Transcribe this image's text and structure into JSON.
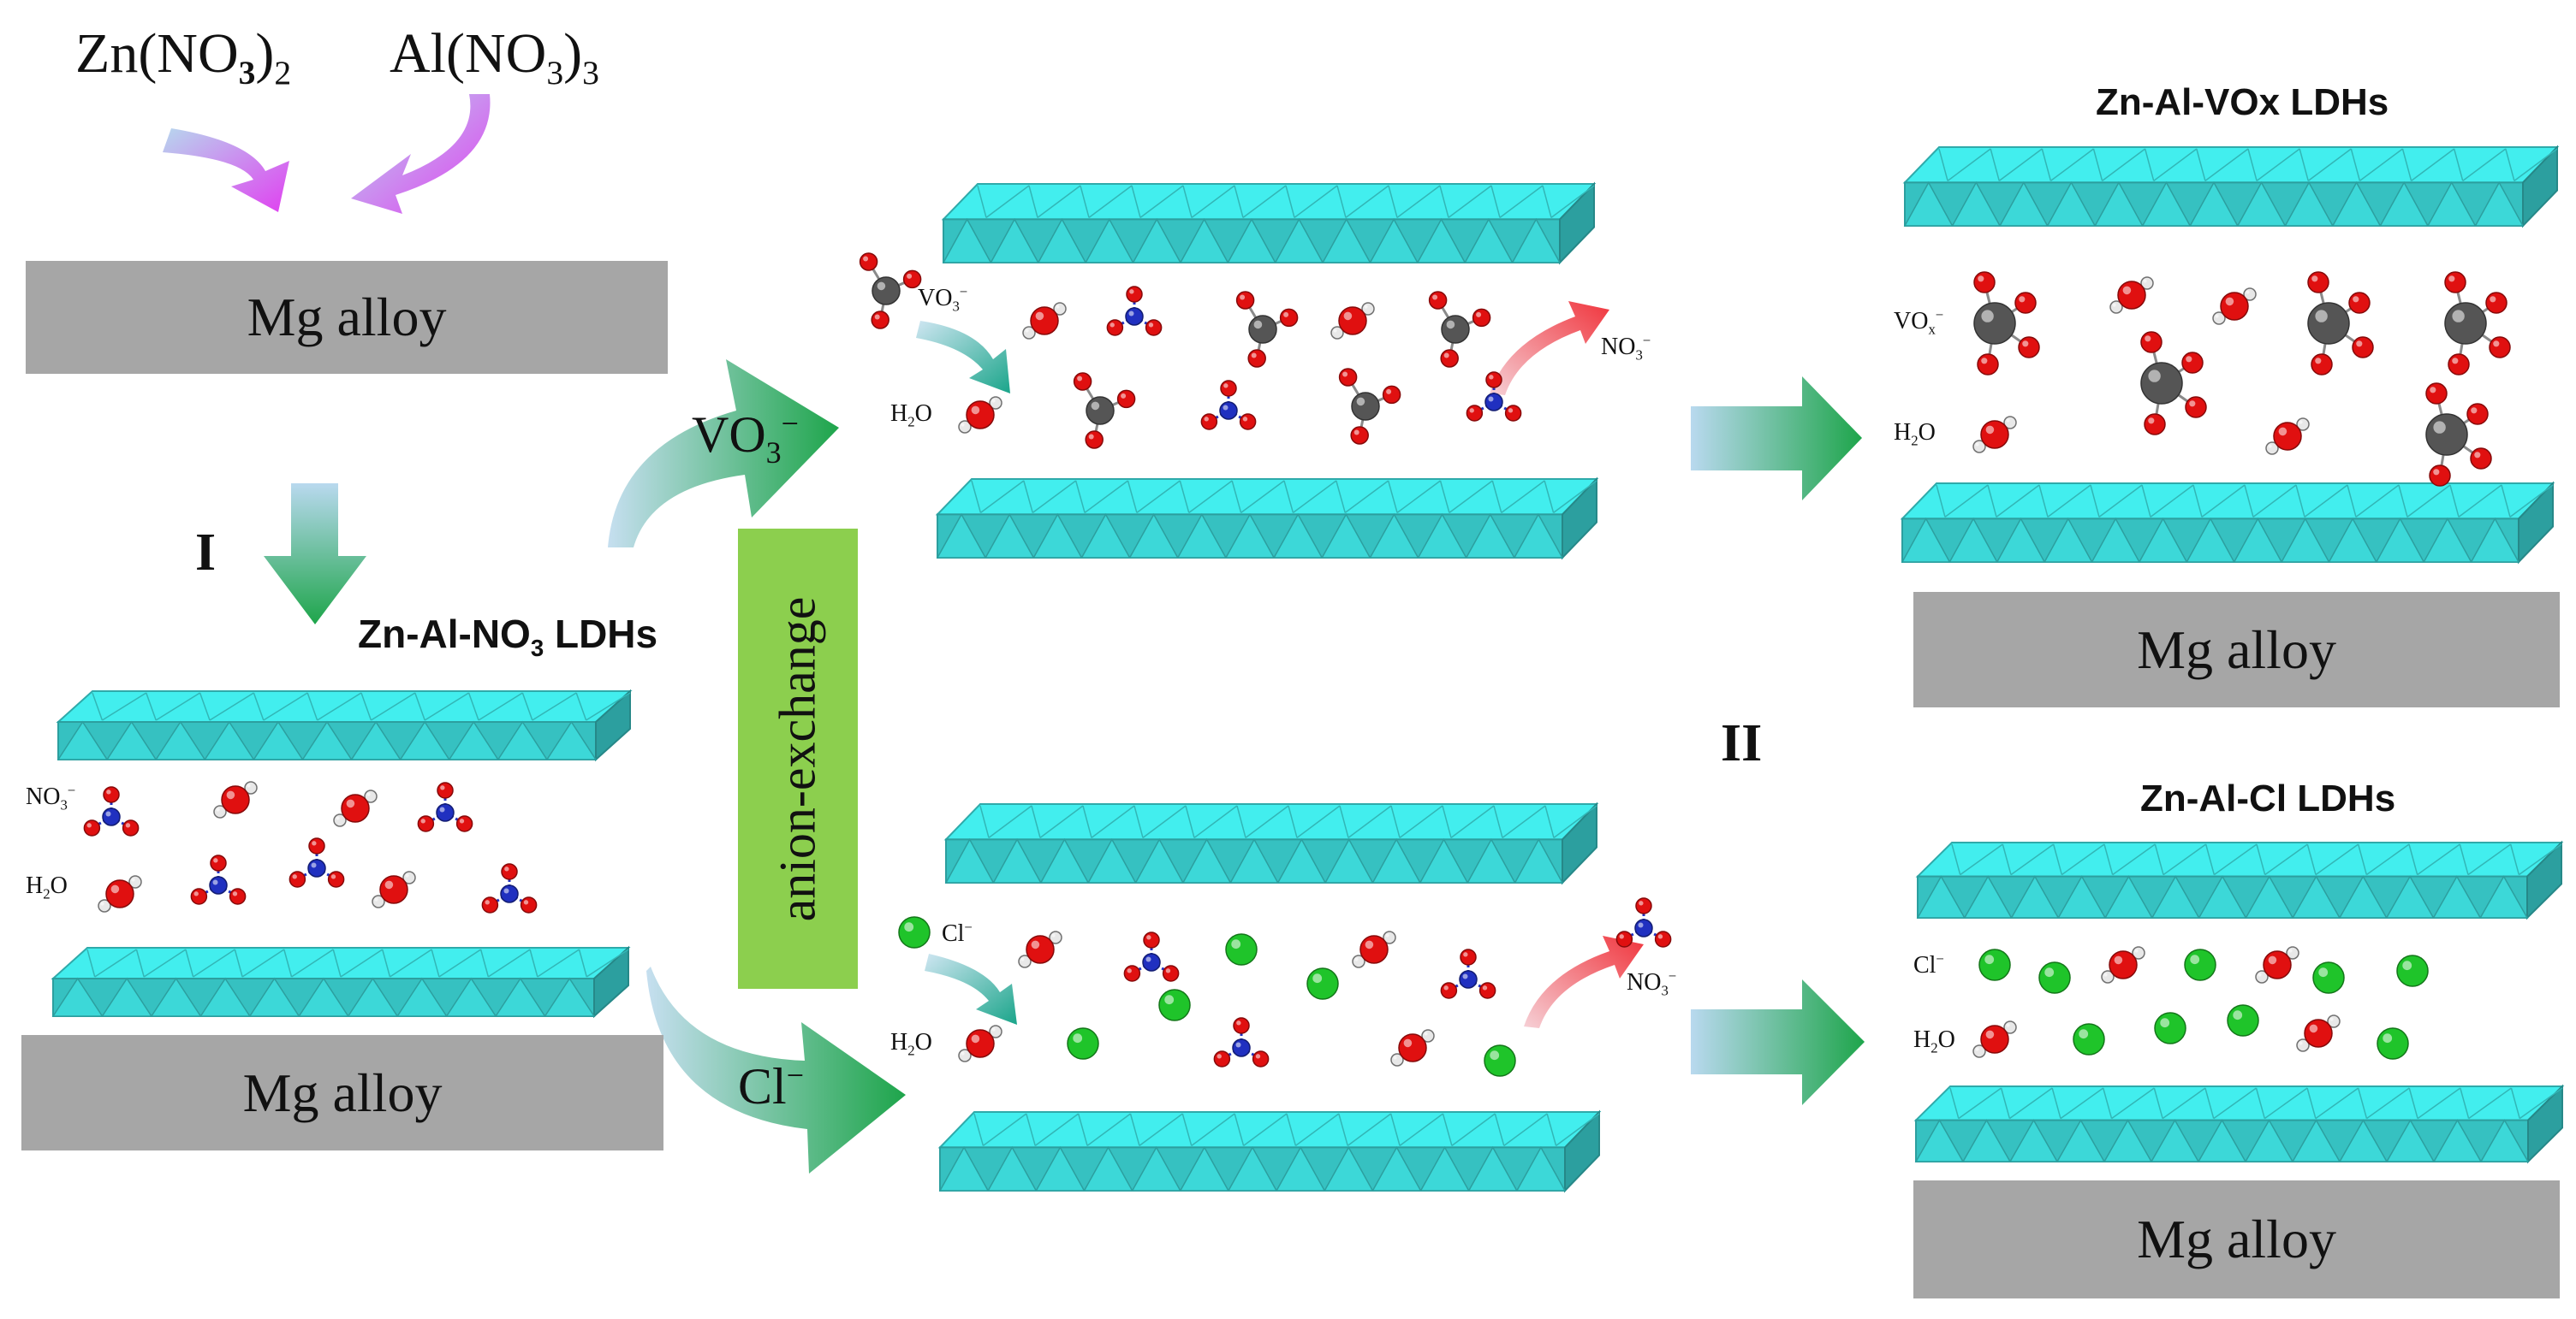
{
  "reagents": {
    "zn_pre": "Zn(NO",
    "zn_sub1": "3",
    "zn_close": ")",
    "zn_sub2": "2",
    "al_pre": "Al(NO",
    "al_sub1": "3",
    "al_close": ")",
    "al_sub2": "3"
  },
  "alloy_label": "Mg alloy",
  "step_one": "I",
  "step_two": "II",
  "lab_nitrate": {
    "pre": "Zn-Al-NO",
    "sub": "3",
    "post": " LDHs"
  },
  "lab_vox": "Zn-Al-VOx LDHs",
  "lab_cl": "Zn-Al-Cl LDHs",
  "anion_exchange": "anion-exchange",
  "arrow_vo3": {
    "base": "VO",
    "sub": "3",
    "sup": "−"
  },
  "arrow_cl": {
    "base": "Cl",
    "sup": "−"
  },
  "ions": {
    "no3": {
      "base": "NO",
      "sub": "3",
      "sup": "−"
    },
    "h2o": {
      "pre": "H",
      "sub": "2",
      "post": "O"
    },
    "vo3": {
      "base": "VO",
      "sub": "3",
      "sup": "−"
    },
    "vox": {
      "base": "VO",
      "sub": "x",
      "sup": "−"
    },
    "cl": {
      "base": "Cl",
      "sup": "−"
    }
  },
  "colors": {
    "ldh_layer": "#3fe3e3",
    "alloy": "#a6a6a6",
    "anion_box": "#8ccf4e",
    "arrow_green": "#1ea54b",
    "arrow_blue": "#b9d9ef",
    "arrow_magenta": "#e040f0",
    "oxygen": "#e01010",
    "nitrogen": "#2030c0",
    "hydrogen": "#e8e8e8",
    "vanadium": "#555555",
    "chloride": "#1fc42a"
  }
}
